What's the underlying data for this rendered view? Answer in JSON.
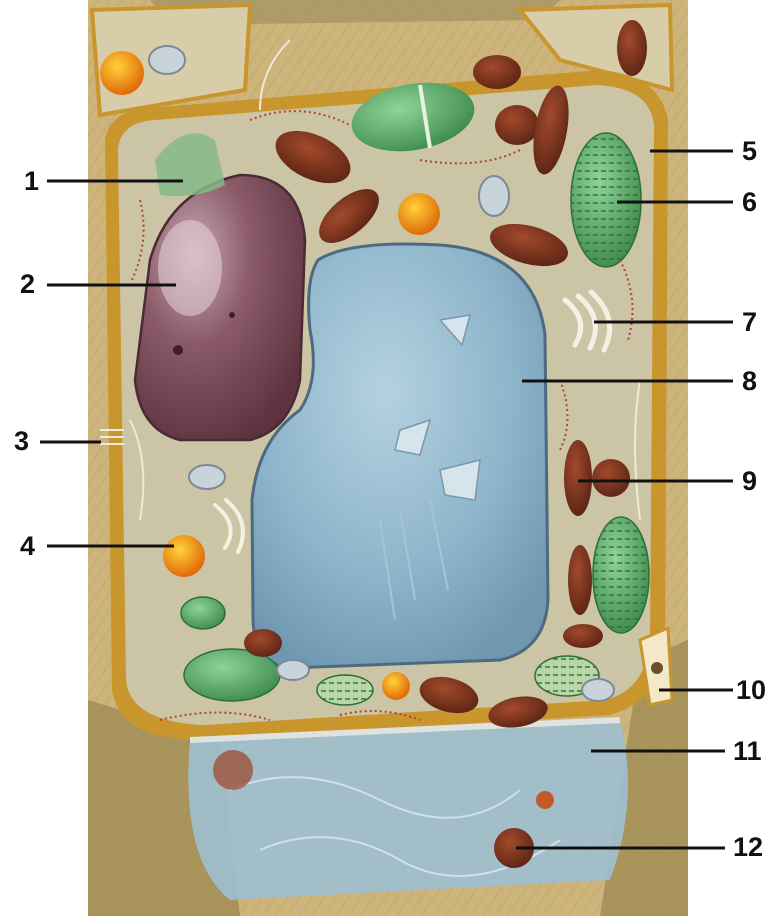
{
  "diagram": {
    "labels": [
      {
        "id": "1",
        "text": "1"
      },
      {
        "id": "2",
        "text": "2"
      },
      {
        "id": "3",
        "text": "3"
      },
      {
        "id": "4",
        "text": "4"
      },
      {
        "id": "5",
        "text": "5"
      },
      {
        "id": "6",
        "text": "6"
      },
      {
        "id": "7",
        "text": "7"
      },
      {
        "id": "8",
        "text": "8"
      },
      {
        "id": "9",
        "text": "9"
      },
      {
        "id": "10",
        "text": "10"
      },
      {
        "id": "11",
        "text": "11"
      },
      {
        "id": "12",
        "text": "12"
      }
    ]
  },
  "colors": {
    "cell_wall": "#c9962e",
    "cytoplasm": "#c8c2a2",
    "vacuole": "#8fb6cc",
    "nucleus": "#7a4a58",
    "chloroplast": "#5aa866",
    "mitochondrion": "#7e2f1c",
    "oil_droplet": "#f08a10",
    "background_tissue": "#b9a060"
  }
}
